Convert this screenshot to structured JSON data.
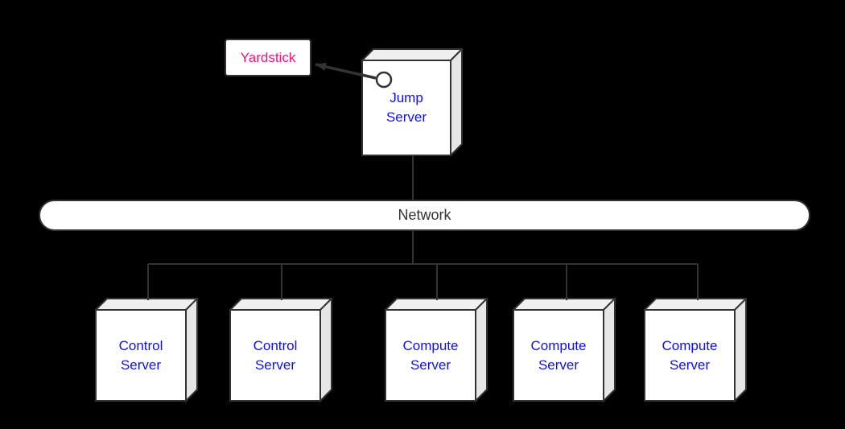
{
  "canvas": {
    "background": "#000000"
  },
  "colors": {
    "stroke": "#333333",
    "box_front_fill": "#ffffff",
    "box_top_fill": "#f0f0f0",
    "box_side_fill": "#e6e6e6",
    "server_label_color": "#1212dd",
    "yardstick_label_color": "#ef157f",
    "network_label_color": "#333333"
  },
  "diagram": {
    "yardstick": {
      "label": "Yardstick"
    },
    "jump_server": {
      "label": "Jump Server",
      "lines": [
        "Jump",
        "Server"
      ]
    },
    "network": {
      "label": "Network"
    },
    "servers": [
      {
        "label": "Control Server",
        "lines": [
          "Control",
          "Server"
        ]
      },
      {
        "label": "Control Server",
        "lines": [
          "Control",
          "Server"
        ]
      },
      {
        "label": "Compute Server",
        "lines": [
          "Compute",
          "Server"
        ]
      },
      {
        "label": "Compute Server",
        "lines": [
          "Compute",
          "Server"
        ]
      },
      {
        "label": "Compute Server",
        "lines": [
          "Compute",
          "Server"
        ]
      }
    ]
  }
}
